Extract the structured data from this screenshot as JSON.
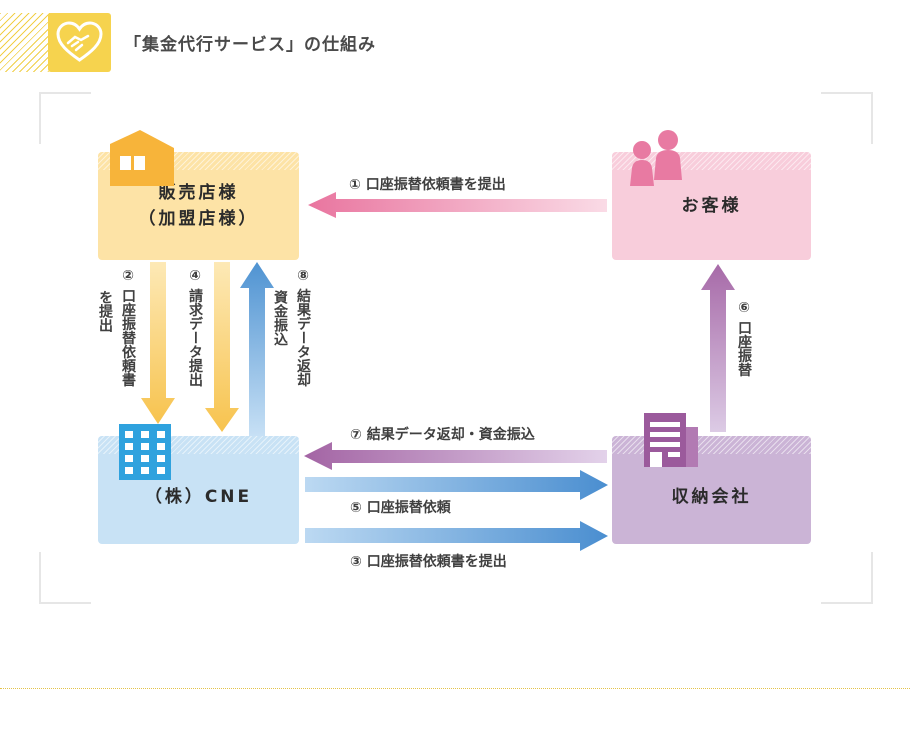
{
  "title": "「集金代行サービス」の仕組み",
  "nodes": {
    "shop": {
      "line1": "販売店様",
      "line2": "（加盟店様）",
      "color": "#fde3a6"
    },
    "customer": {
      "label": "お客様",
      "color": "#f8cddb"
    },
    "cne": {
      "label": "（株）CNE",
      "color": "#c8e2f5"
    },
    "collector": {
      "label": "収納会社",
      "color": "#cbb4d6"
    }
  },
  "flows": {
    "f1": "① 口座振替依頼書を提出",
    "f2_a": "② 口座振替依頼書",
    "f2_b": "を提出",
    "f3": "③ 口座振替依頼書を提出",
    "f4": "④ 請求データ提出",
    "f5": "⑤ 口座振替依頼",
    "f6": "⑥ 口座振替",
    "f7": "⑦ 結果データ返却・資金振込",
    "f8_a": "⑧ 結果データ返却",
    "f8_b": "資金振込"
  },
  "icons": [
    "handshake-heart-icon",
    "shop-icon",
    "people-icon",
    "office-building-icon",
    "company-building-icon"
  ]
}
